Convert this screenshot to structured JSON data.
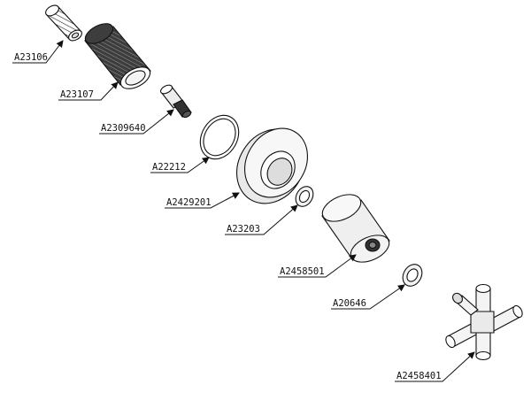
{
  "colors": {
    "ink": "#111111",
    "paper": "#ffffff",
    "shade": "#4a4a4a",
    "light": "#e6e6e6"
  },
  "parts": [
    {
      "id": "A23106",
      "name": "threaded-sleeve"
    },
    {
      "id": "A23107",
      "name": "knurled-bushing"
    },
    {
      "id": "A2309640",
      "name": "valve-cartridge"
    },
    {
      "id": "A22212",
      "name": "o-ring"
    },
    {
      "id": "A2429201",
      "name": "escutcheon-flange"
    },
    {
      "id": "A23203",
      "name": "small-washer"
    },
    {
      "id": "A2458501",
      "name": "handle-sleeve"
    },
    {
      "id": "A20646",
      "name": "washer"
    },
    {
      "id": "A2458401",
      "name": "cross-handle"
    }
  ]
}
